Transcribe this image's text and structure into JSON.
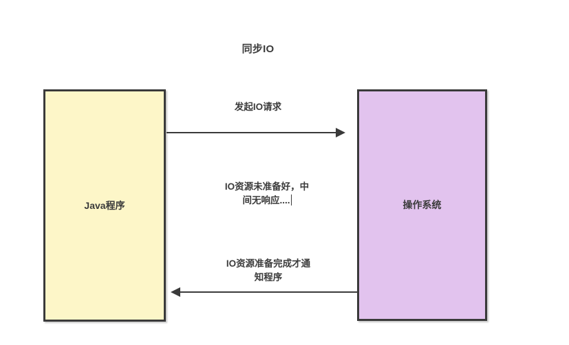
{
  "diagram": {
    "title": "同步IO",
    "type": "sequence-diagram",
    "nodes": [
      {
        "id": "client",
        "label": "Java程序",
        "fill": "#FDF6C8",
        "border": "#3A3A3A"
      },
      {
        "id": "server",
        "label": "操作系统",
        "fill": "#E2C3EE",
        "border": "#3A3A3A"
      }
    ],
    "edges": [
      {
        "id": "request",
        "label": "发起IO请求",
        "direction": "right",
        "from": "client",
        "to": "server"
      },
      {
        "id": "notify",
        "label": "IO资源准备完成才通\n知程序",
        "direction": "left",
        "from": "server",
        "to": "client"
      }
    ],
    "notes": [
      {
        "id": "waiting-note",
        "line1": "IO资源未准备好，中",
        "line2": "间无响应....",
        "editing": true
      }
    ]
  }
}
